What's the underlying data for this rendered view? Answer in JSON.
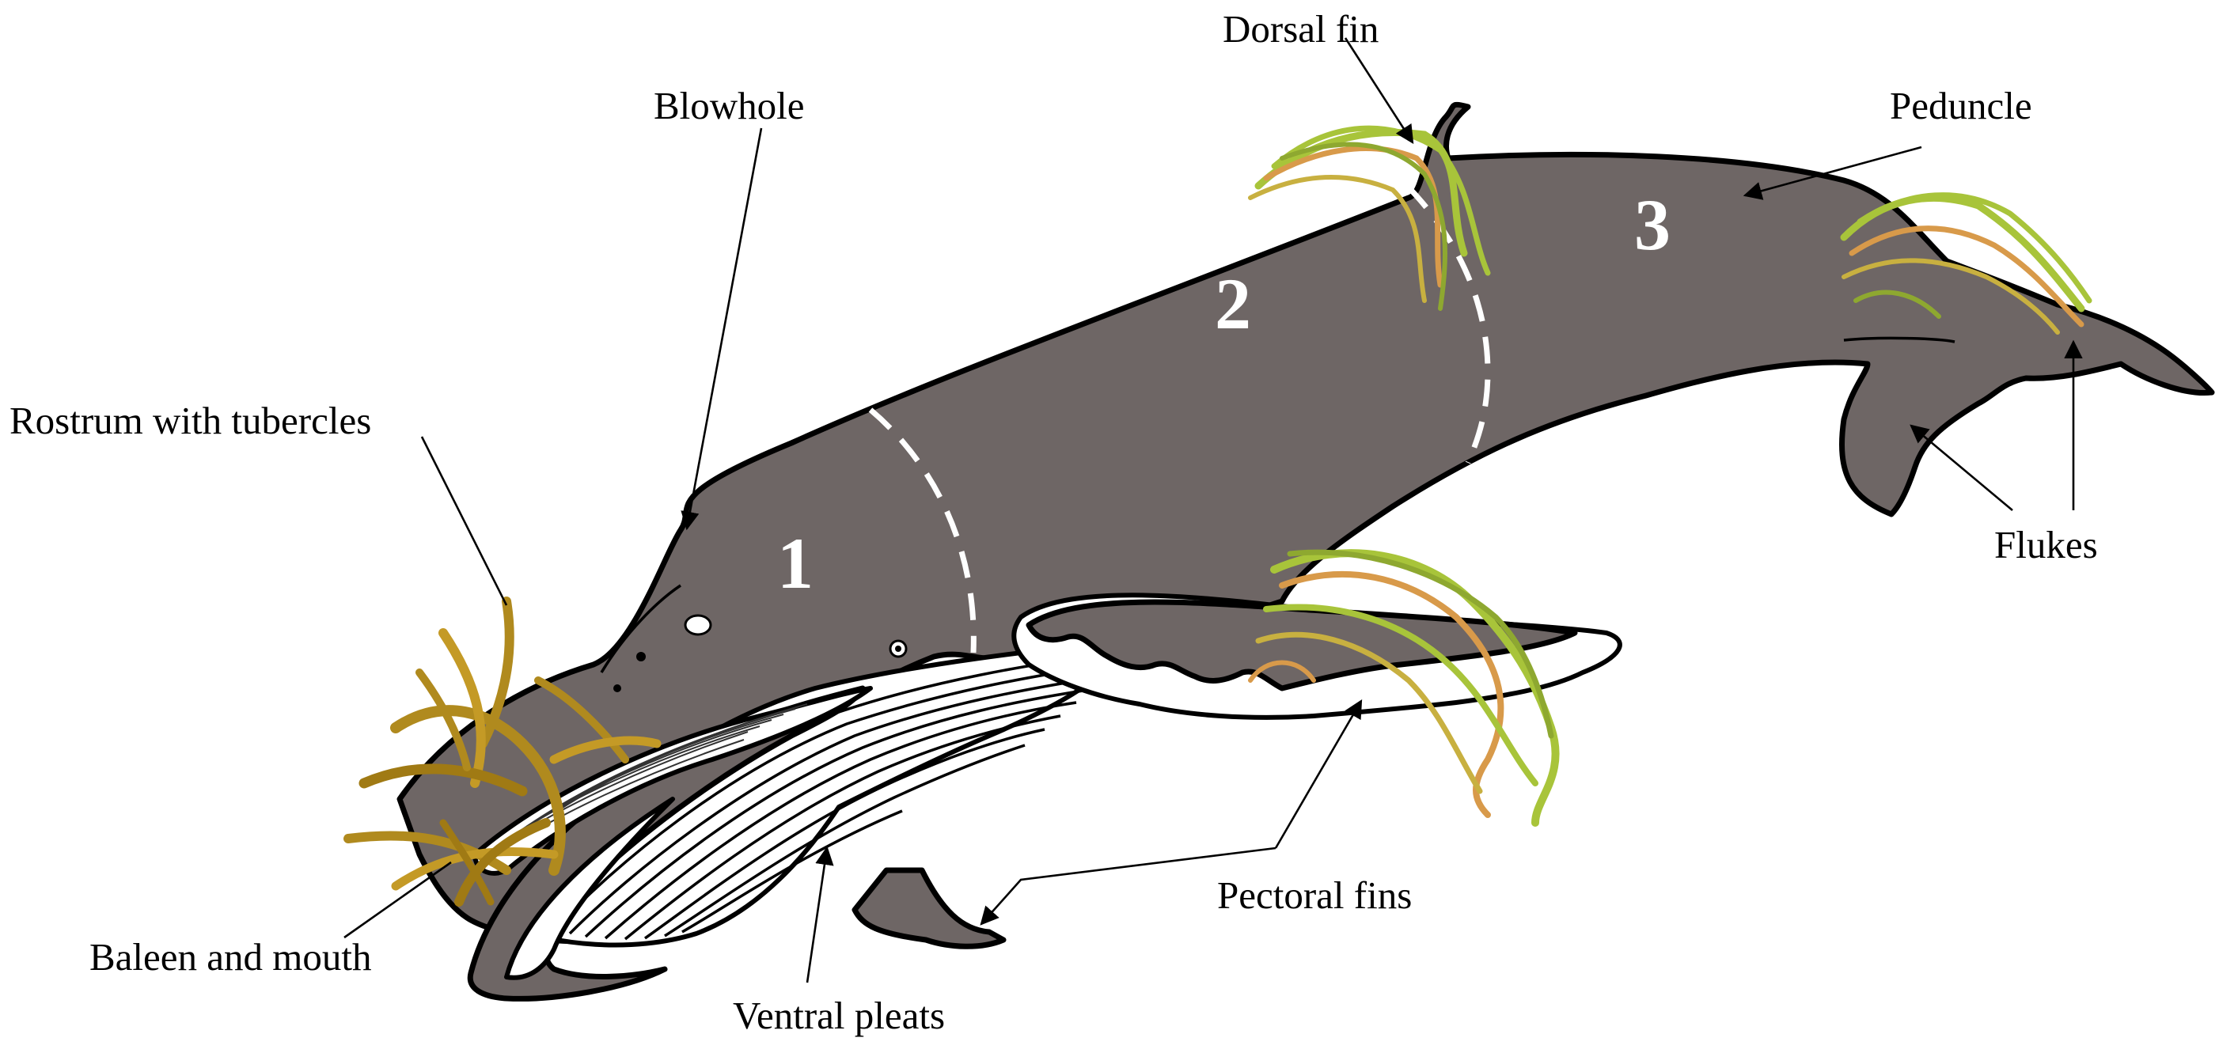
{
  "labels": {
    "dorsal_fin": "Dorsal fin",
    "blowhole": "Blowhole",
    "peduncle": "Peduncle",
    "rostrum": "Rostrum with tubercles",
    "flukes": "Flukes",
    "pectoral_fins": "Pectoral fins",
    "baleen": "Baleen and mouth",
    "ventral_pleats": "Ventral pleats"
  },
  "zones": [
    "1",
    "2",
    "3"
  ],
  "colors": {
    "whale_body": "#6e6665",
    "kelp_green": "#a8c43a",
    "kelp_orange": "#d89a4a",
    "tangle_gold": "#b08a1e"
  }
}
